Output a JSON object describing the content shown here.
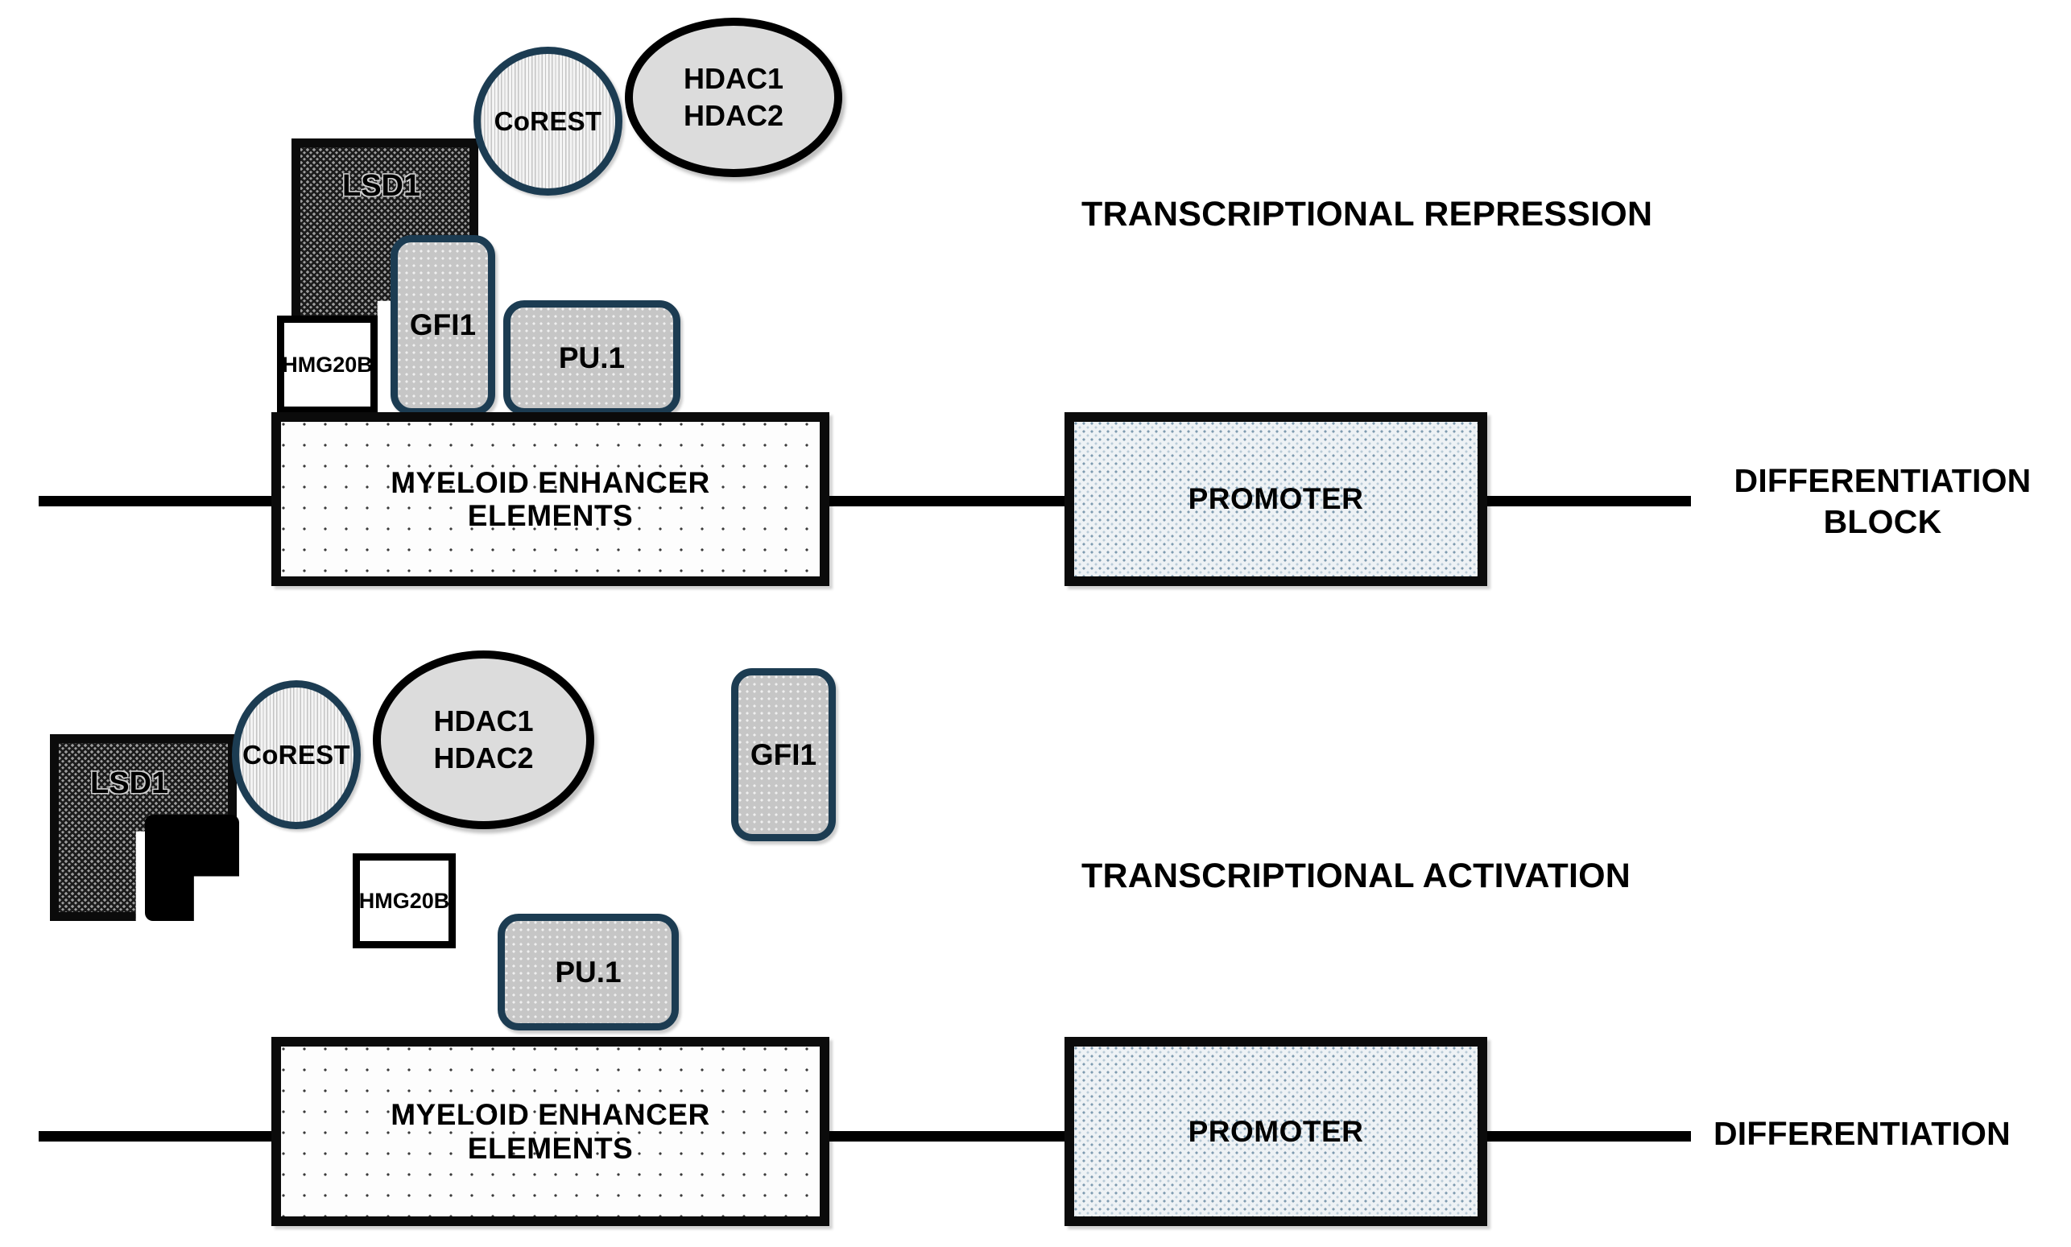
{
  "figure": {
    "title": "LSD1-CoREST complex at myeloid enhancer elements",
    "accent_navy": "#1c3c52",
    "ink_black": "#000000",
    "promoter_fill": "#eef2f5",
    "hdac_fill": "#dcdcdc"
  },
  "panels": [
    {
      "id": "repression",
      "state_label": "TRANSCRIPTIONAL REPRESSION",
      "outcome_label": "DIFFERENTIATION\nBLOCK",
      "dna": {
        "enhancer_label": "MYELOID ENHANCER\nELEMENTS",
        "promoter_label": "PROMOTER"
      },
      "proteins": {
        "lsd1": "LSD1",
        "corest": "CoREST",
        "hdac_line1": "HDAC1",
        "hdac_line2": "HDAC2",
        "gfi1": "GFI1",
        "pu1": "PU.1",
        "hmg20b": "HMG20B"
      },
      "inhibitor_present": false
    },
    {
      "id": "activation",
      "state_label": "TRANSCRIPTIONAL ACTIVATION",
      "outcome_label": "DIFFERENTIATION",
      "dna": {
        "enhancer_label": "MYELOID ENHANCER\nELEMENTS",
        "promoter_label": "PROMOTER"
      },
      "proteins": {
        "lsd1": "LSD1",
        "corest": "CoREST",
        "hdac_line1": "HDAC1",
        "hdac_line2": "HDAC2",
        "gfi1": "GFI1",
        "pu1": "PU.1",
        "hmg20b": "HMG20B"
      },
      "inhibitor_present": true
    }
  ]
}
